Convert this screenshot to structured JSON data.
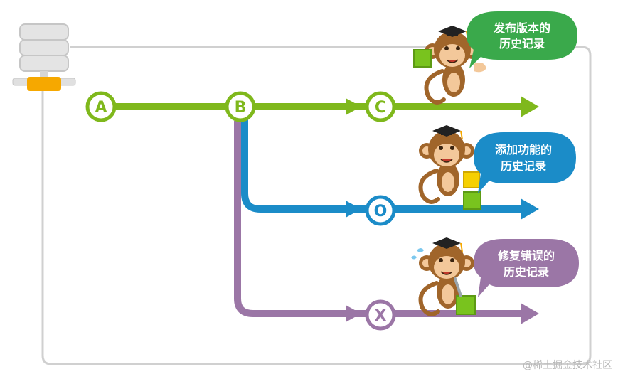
{
  "colors": {
    "green": "#7fb81c",
    "blue": "#1b8cc8",
    "purple": "#9b76a6",
    "border": "#d0d0d0",
    "server": "#e4e4e4",
    "server_accent": "#f6a800",
    "monkey": "#a0652a",
    "cube": "#79c31e"
  },
  "nodes": {
    "a": "A",
    "b": "B",
    "c": "C",
    "o": "O",
    "x": "X"
  },
  "bubbles": {
    "release": {
      "line1": "发布版本的",
      "line2": "历史记录"
    },
    "feature": {
      "line1": "添加功能的",
      "line2": "历史记录"
    },
    "bugfix": {
      "line1": "修复错误的",
      "line2": "历史记录"
    }
  },
  "watermark": "@稀土掘金技术社区"
}
